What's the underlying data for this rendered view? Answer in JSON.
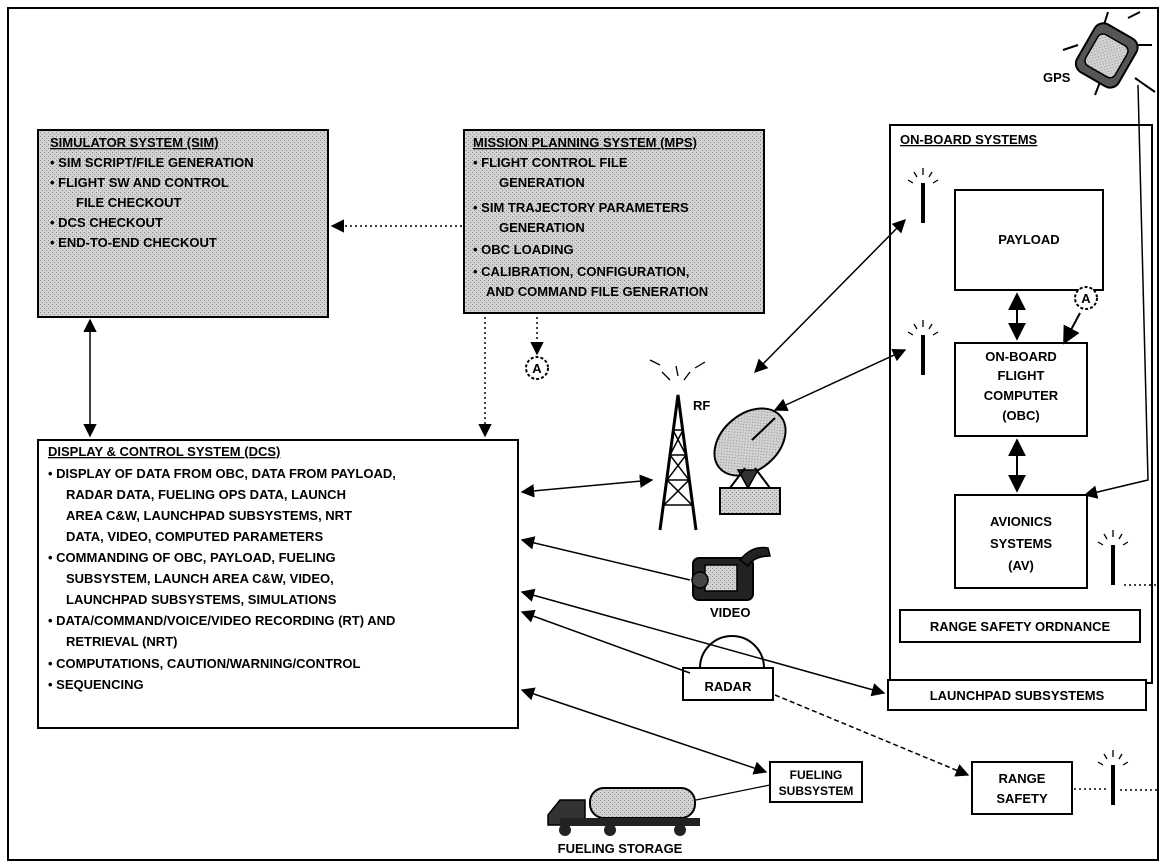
{
  "simulator": {
    "title": "SIMULATOR SYSTEM (SIM)",
    "lines": [
      "• SIM SCRIPT/FILE GENERATION",
      "• FLIGHT SW AND CONTROL",
      "FILE CHECKOUT",
      "• DCS CHECKOUT",
      "• END-TO-END CHECKOUT"
    ]
  },
  "mps": {
    "title": "MISSION PLANNING SYSTEM (MPS)",
    "lines": [
      "• FLIGHT CONTROL FILE",
      "GENERATION",
      "• SIM TRAJECTORY PARAMETERS",
      "GENERATION",
      "• OBC LOADING",
      "• CALIBRATION, CONFIGURATION,",
      "AND COMMAND FILE GENERATION"
    ]
  },
  "dcs": {
    "title": "DISPLAY & CONTROL SYSTEM (DCS)",
    "lines": [
      "• DISPLAY OF DATA FROM OBC, DATA FROM PAYLOAD,",
      "RADAR DATA, FUELING OPS DATA, LAUNCH",
      "AREA C&W, LAUNCHPAD SUBSYSTEMS, NRT",
      "DATA, VIDEO, COMPUTED PARAMETERS",
      "• COMMANDING OF OBC, PAYLOAD, FUELING",
      "SUBSYSTEM, LAUNCH AREA C&W, VIDEO,",
      "LAUNCHPAD SUBSYSTEMS, SIMULATIONS",
      "• DATA/COMMAND/VOICE/VIDEO RECORDING (RT) AND",
      "RETRIEVAL (NRT)",
      "• COMPUTATIONS, CAUTION/WARNING/CONTROL",
      "• SEQUENCING"
    ]
  },
  "onboard": {
    "title": "ON-BOARD SYSTEMS",
    "payload": "PAYLOAD",
    "obc": [
      "ON-BOARD",
      "FLIGHT",
      "COMPUTER",
      "(OBC)"
    ],
    "avionics": [
      "AVIONICS",
      "SYSTEMS",
      "(AV)"
    ],
    "ordnance": "RANGE SAFETY ORDNANCE"
  },
  "labels": {
    "gps": "GPS",
    "rf": "RF",
    "video": "VIDEO",
    "radar": "RADAR",
    "launchpad": "LAUNCHPAD SUBSYSTEMS",
    "range_safety": [
      "RANGE",
      "SAFETY"
    ],
    "fueling_subsystem": [
      "FUELING",
      "SUBSYSTEM"
    ],
    "fueling_storage": "FUELING STORAGE",
    "connector": "A"
  },
  "icons": [
    "gps-satellite-icon",
    "rf-tower-icon",
    "dish-antenna-icon",
    "video-camera-icon",
    "radar-dome-icon",
    "fuel-truck-icon",
    "antenna-icon",
    "connector-a-icon"
  ]
}
